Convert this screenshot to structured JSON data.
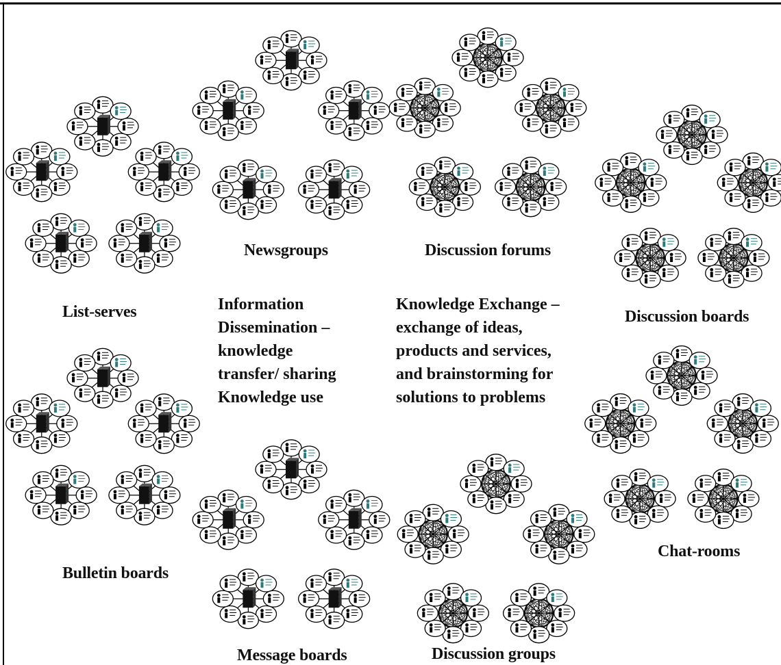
{
  "labels": {
    "list_serves": "List-serves",
    "bulletin_boards": "Bulletin boards",
    "newsgroups": "Newsgroups",
    "message_boards": "Message boards",
    "discussion_forums": "Discussion forums",
    "discussion_groups": "Discussion groups",
    "discussion_boards": "Discussion boards",
    "chat_rooms": "Chat-rooms"
  },
  "texts": {
    "information": "Information\nDissemination –\nknowledge\ntransfer/ sharing\nKnowledge use",
    "knowledge": "Knowledge Exchange –\nexchange of ideas,\nproducts and services,\nand brainstorming for\nsolutions to problems"
  }
}
